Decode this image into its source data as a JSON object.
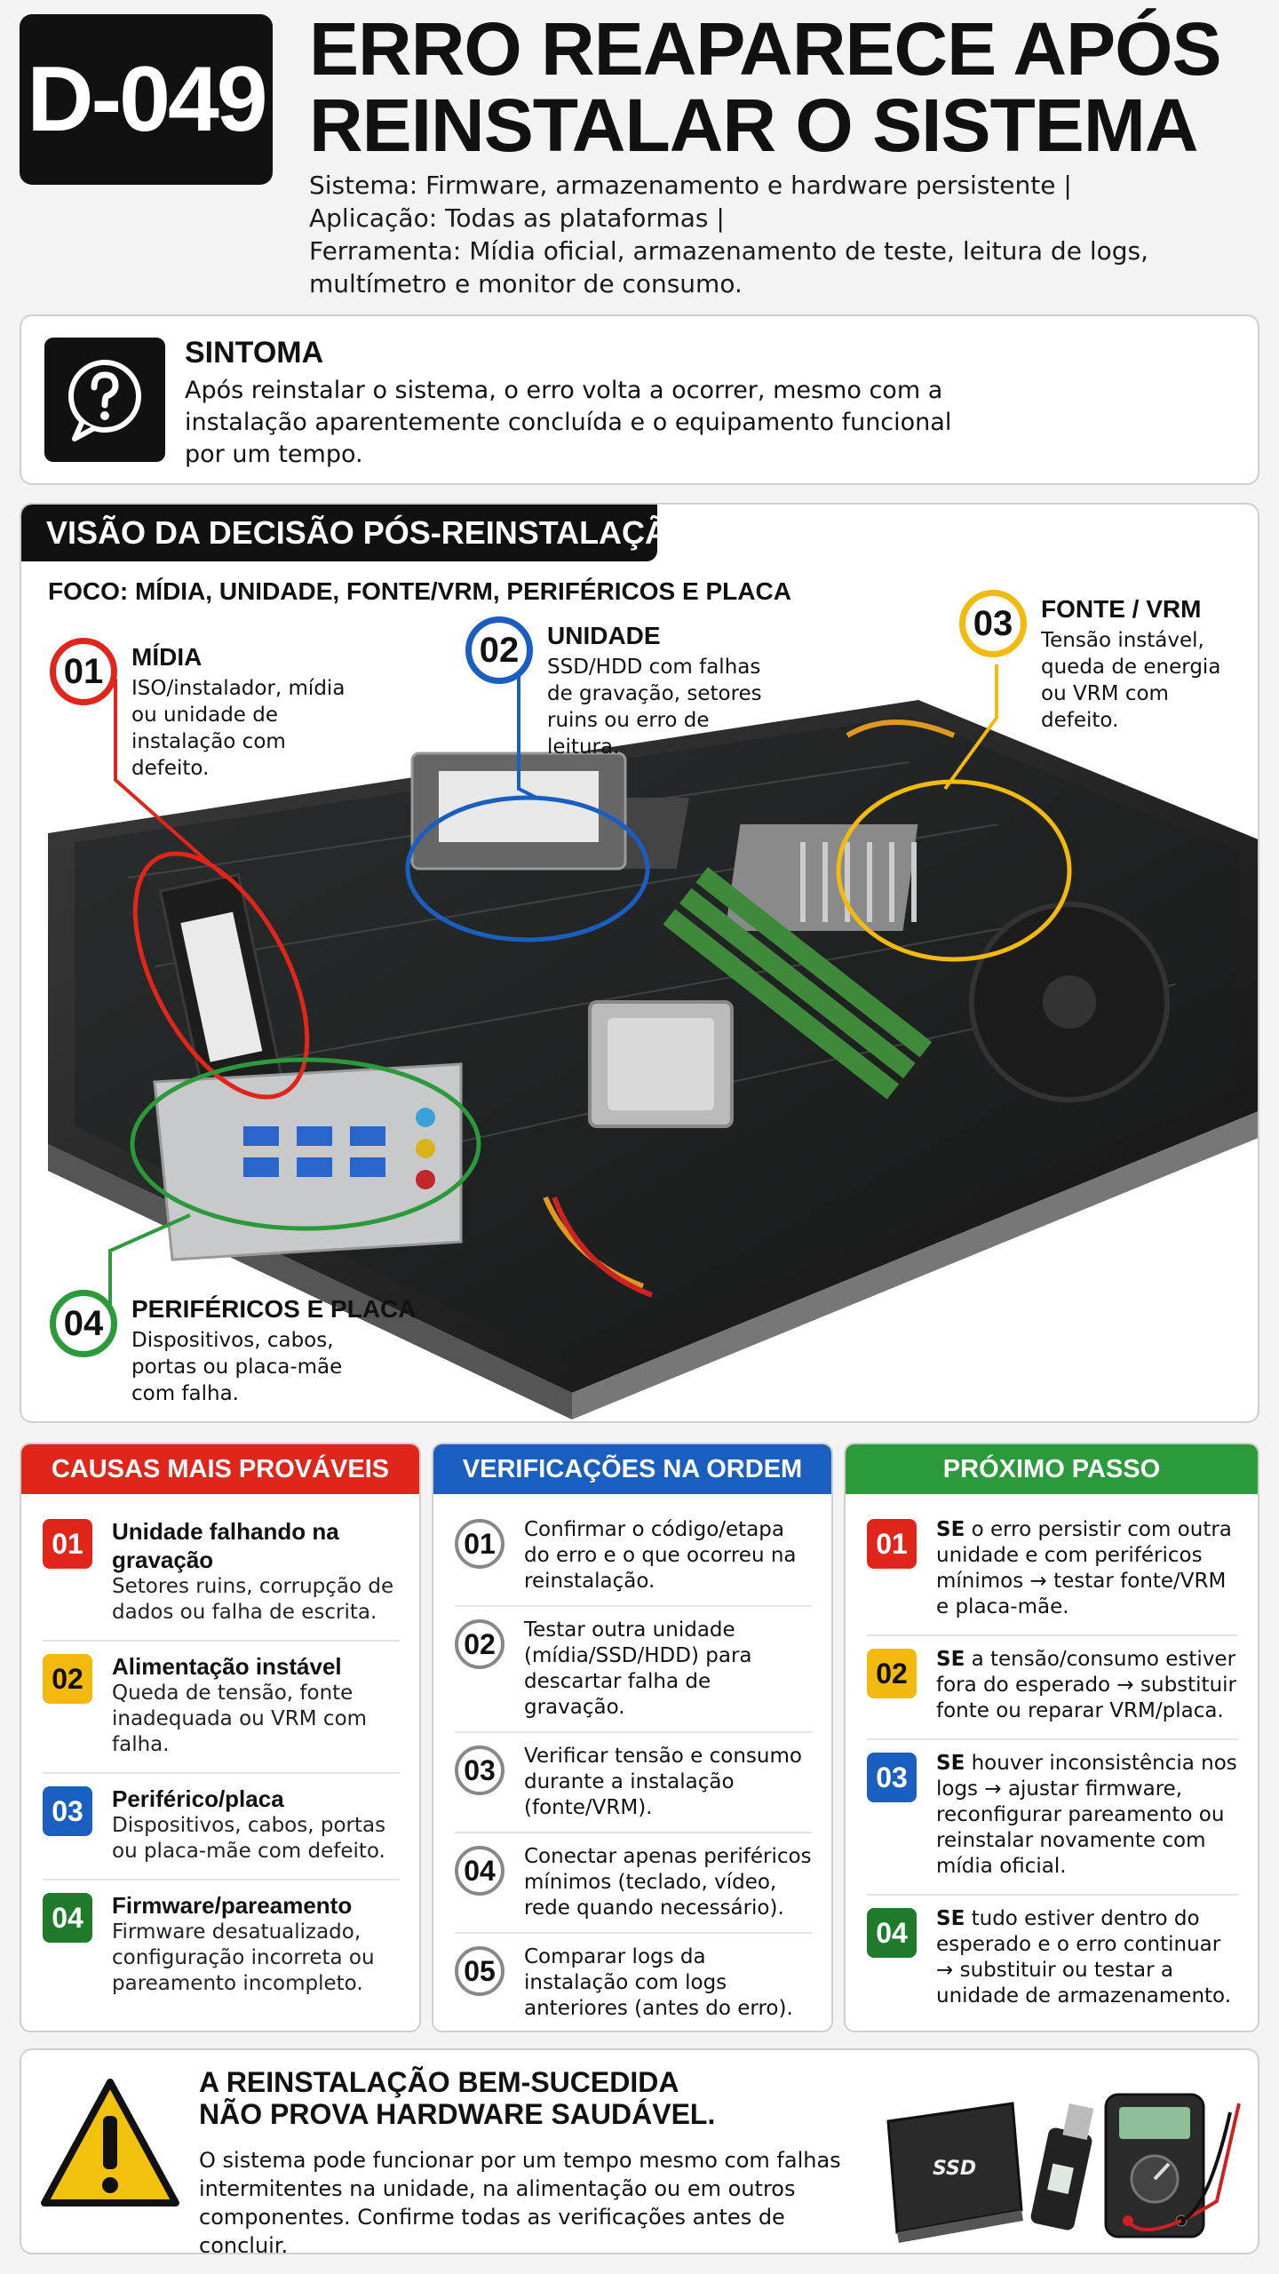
{
  "header": {
    "code": "D-049",
    "title_line1": "ERRO REAPARECE APÓS",
    "title_line2": "REINSTALAR O SISTEMA",
    "meta_line1": "Sistema: Firmware, armazenamento e hardware persistente  |",
    "meta_line2": "Aplicação: Todas as plataformas  |",
    "meta_line3": "Ferramenta: Mídia oficial, armazenamento de teste, leitura de logs,",
    "meta_line4": "multímetro e monitor de consumo."
  },
  "symptom": {
    "icon": "question-bubble-icon",
    "title": "SINTOMA",
    "text": "Após reinstalar o sistema, o erro volta a ocorrer, mesmo com a instalação aparentemente concluída e o equipamento funcional por um tempo."
  },
  "diagram": {
    "title": "VISÃO DA DECISÃO PÓS-REINSTALAÇÃO",
    "focus": "FOCO: MÍDIA, UNIDADE, FONTE/VRM, PERIFÉRICOS E PLACA",
    "callouts": [
      {
        "num": "01",
        "title": "MÍDIA",
        "text": "ISO/instalador, mídia ou unidade de instalação com defeito.",
        "color": "#e0251b"
      },
      {
        "num": "02",
        "title": "UNIDADE",
        "text": "SSD/HDD com falhas de gravação, setores ruins ou erro de leitura.",
        "color": "#1a5fbf"
      },
      {
        "num": "03",
        "title": "FONTE / VRM",
        "text": "Tensão instável, queda de energia ou VRM com defeito.",
        "color": "#f2b90f"
      },
      {
        "num": "04",
        "title": "PERIFÉRICOS E PLACA",
        "text": "Dispositivos, cabos, portas ou placa-mãe com falha.",
        "color": "#2a9a3a"
      }
    ]
  },
  "causes": {
    "title": "CAUSAS MAIS PROVÁVEIS",
    "color": "#e0251b",
    "items": [
      {
        "num": "01",
        "title": "Unidade falhando na gravação",
        "desc": "Setores ruins, corrupção de dados ou falha de escrita.",
        "color": "#e0251b"
      },
      {
        "num": "02",
        "title": "Alimentação instável",
        "desc": "Queda de tensão, fonte inadequada ou VRM com falha.",
        "color": "#f2b90f"
      },
      {
        "num": "03",
        "title": "Periférico/placa",
        "desc": "Dispositivos, cabos, portas ou placa-mãe com defeito.",
        "color": "#1a5fbf"
      },
      {
        "num": "04",
        "title": "Firmware/pareamento",
        "desc": "Firmware desatualizado, configuração incorreta ou pareamento incompleto.",
        "color": "#1f7a2b"
      }
    ]
  },
  "checks": {
    "title": "VERIFICAÇÕES NA ORDEM",
    "color": "#1a5fbf",
    "items": [
      {
        "num": "01",
        "text": "Confirmar o código/etapa do erro e o que ocorreu na reinstalação."
      },
      {
        "num": "02",
        "text": "Testar outra unidade (mídia/SSD/HDD) para descartar falha de gravação."
      },
      {
        "num": "03",
        "text": "Verificar tensão e consumo durante a instalação (fonte/VRM)."
      },
      {
        "num": "04",
        "text": "Conectar apenas periféricos mínimos (teclado, vídeo, rede quando necessário)."
      },
      {
        "num": "05",
        "text": "Comparar logs da instalação com logs anteriores (antes do erro)."
      }
    ]
  },
  "next": {
    "title": "PRÓXIMO PASSO",
    "color": "#2a9a3a",
    "items": [
      {
        "num": "01",
        "se": "SE",
        "text": " o erro persistir com outra unidade e com periféricos mínimos → testar fonte/VRM e placa-mãe.",
        "color": "#e0251b"
      },
      {
        "num": "02",
        "se": "SE",
        "text": " a tensão/consumo estiver fora do esperado → substituir fonte ou reparar VRM/placa.",
        "color": "#f2b90f"
      },
      {
        "num": "03",
        "se": "SE",
        "text": " houver inconsistência nos logs → ajustar firmware, reconfigurar pareamento ou reinstalar novamente com mídia oficial.",
        "color": "#1a5fbf"
      },
      {
        "num": "04",
        "se": "SE",
        "text": " tudo estiver dentro do esperado e o erro continuar → substituir ou testar a unidade de armazenamento.",
        "color": "#1f7a2b"
      }
    ]
  },
  "footer": {
    "icon": "warning-triangle-icon",
    "title_line1": "A REINSTALAÇÃO BEM-SUCEDIDA",
    "title_line2": "NÃO PROVA HARDWARE SAUDÁVEL.",
    "text": "O sistema pode funcionar por um tempo mesmo com falhas intermitentes na unidade, na alimentação ou em outros componentes. Confirme todas as verificações antes de concluir.",
    "ssd_label": "SSD",
    "tools_icons": [
      "ssd-icon",
      "usb-drive-icon",
      "multimeter-icon"
    ]
  }
}
